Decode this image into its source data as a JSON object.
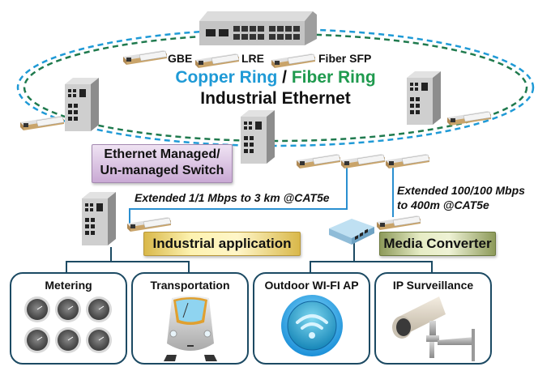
{
  "sfp_modules": {
    "gbe_label": "GBE",
    "lre_label": "LRE",
    "fiber_sfp_label": "Fiber SFP"
  },
  "ring_title": {
    "copper": "Copper Ring",
    "slash": " / ",
    "fiber": "Fiber Ring",
    "subtitle": "Industrial Ethernet"
  },
  "colors": {
    "copper_ring": "#1f9ad6",
    "fiber_ring": "#1f7a4e",
    "connector_line": "#2a8fd0",
    "tree_line": "#1c4a63"
  },
  "labels": {
    "switch_line1": "Ethernet Managed/",
    "switch_line2": "Un-managed Switch",
    "industrial_application": "Industrial application",
    "media_converter": "Media Converter",
    "extended_lre": "Extended 1/1 Mbps to 3 km @CAT5e",
    "extended_fe_line1": "Extended 100/100 Mbps",
    "extended_fe_line2": "to 400m @CAT5e"
  },
  "applications": [
    {
      "title": "Metering",
      "icon": "gauges-icon"
    },
    {
      "title": "Transportation",
      "icon": "train-icon"
    },
    {
      "title": "Outdoor WI-FI AP",
      "icon": "wifi-icon"
    },
    {
      "title": "IP Surveillance",
      "icon": "camera-icon"
    }
  ]
}
